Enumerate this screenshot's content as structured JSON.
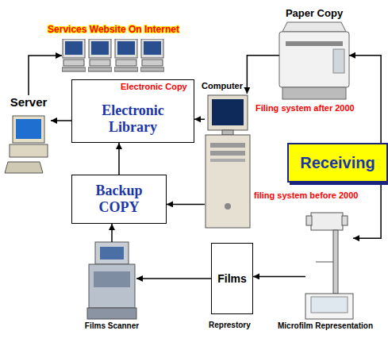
{
  "diagram": {
    "nodes": [
      {
        "text": [
          "Services Website On Internet"
        ]
      },
      {
        "text": [
          "Server"
        ]
      },
      {
        "text": [
          "Electronic Library"
        ]
      },
      {
        "text": [
          "Computer"
        ]
      },
      {
        "text": [
          "Paper Copy"
        ]
      },
      {
        "text": [
          "Receiving"
        ]
      },
      {
        "text": [
          "Backup COPY"
        ]
      },
      {
        "text": [
          "Films Scanner"
        ]
      },
      {
        "text": [
          "Films"
        ]
      },
      {
        "text": [
          "Microfilm Representation"
        ]
      }
    ],
    "edges": [
      {
        "from": 1,
        "to": 0,
        "arrow": "to"
      },
      {
        "from": 2,
        "to": 1,
        "arrow": "to"
      },
      {
        "from": 3,
        "to": 2,
        "arrow": "to"
      },
      {
        "from": 6,
        "to": 2,
        "arrow": "to"
      },
      {
        "from": 3,
        "to": 6,
        "arrow": "to"
      },
      {
        "from": 4,
        "to": 3,
        "arrow": "to"
      },
      {
        "from": 5,
        "to": 4,
        "arrow": "to"
      },
      {
        "from": 5,
        "to": 9,
        "arrow": "to"
      },
      {
        "from": 9,
        "to": 8,
        "arrow": "to"
      },
      {
        "from": 8,
        "to": 7,
        "arrow": "to"
      },
      {
        "from": 7,
        "to": 6,
        "arrow": "to"
      }
    ],
    "labels": [
      "Electronic Copy",
      "Filing system after 2000",
      "filing system before 2000",
      "Represtory"
    ]
  }
}
